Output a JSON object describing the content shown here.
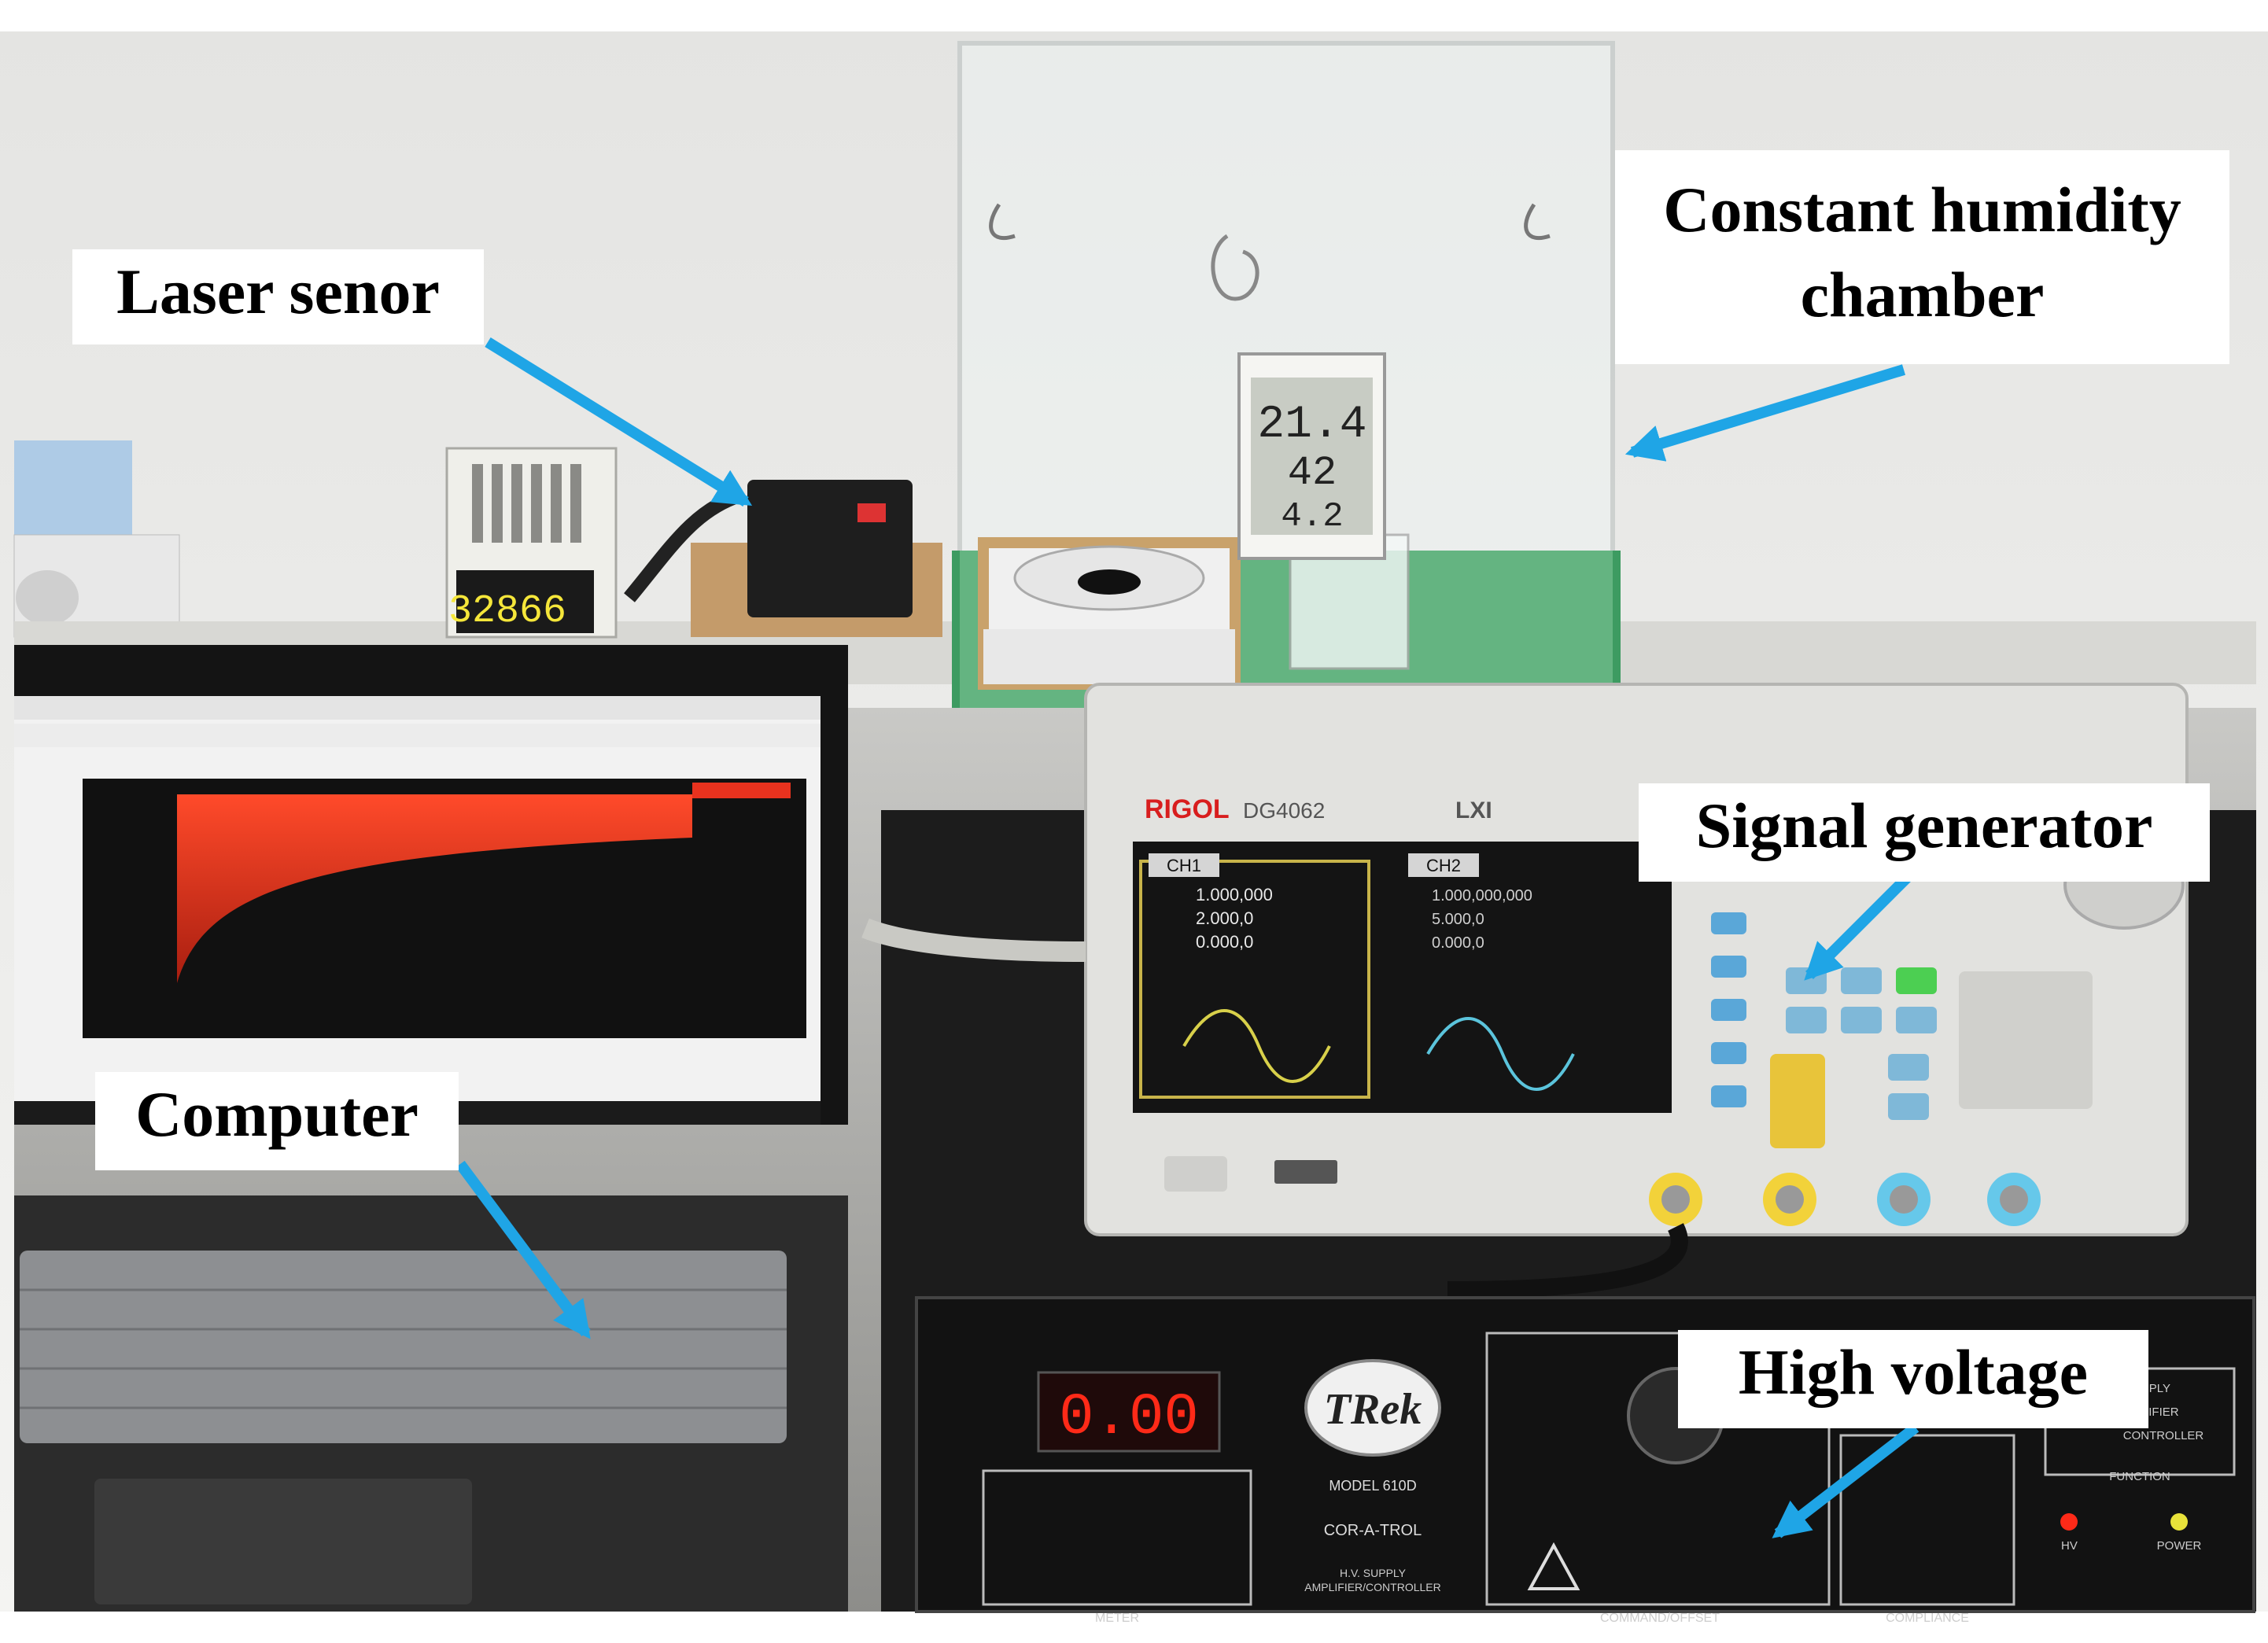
{
  "labels": {
    "laser_sensor": "Laser senor",
    "chamber_line1": "Constant humidity",
    "chamber_line2": "chamber",
    "signal_generator": "Signal generator",
    "computer": "Computer",
    "high_voltage": "High voltage"
  },
  "equipment_text": {
    "controller_display": "32866",
    "hygrometer_line1": "21.4",
    "hygrometer_line2": "42",
    "hygrometer_line3": "4.2",
    "generator_brand": "RIGOL",
    "generator_model": "DG4062",
    "generator_lxi": "LXI",
    "ch1_tab": "CH1",
    "ch2_tab": "CH2",
    "ch1_freq": "1.000,000",
    "ch1_amp": "2.000,0",
    "ch1_offset": "0.000,0",
    "ch2_freq": "1.000,000,000",
    "ch2_amp": "5.000,0",
    "ch2_offset": "0.000,0",
    "amp_display": "0.00",
    "amp_brand": "TRek",
    "amp_model": "MODEL 610D",
    "amp_name": "COR-A-TROL",
    "amp_subtitle1": "H.V. SUPPLY",
    "amp_subtitle2": "AMPLIFIER/CONTROLLER",
    "meter_label": "METER",
    "command_label": "COMMAND/OFFSET",
    "compliance_label": "COMPLIANCE",
    "function_label": "FUNCTION",
    "supply_text": "SUPPLY",
    "amplifier_text": "AMPLIFIER",
    "controller_text": "CONTROLLER",
    "hv_label": "HV",
    "power_label": "POWER"
  },
  "colors": {
    "arrow": "#1fa5e6",
    "plot_trace": "#e8321e",
    "led_red": "#ff2a18",
    "controller_digits": "#f5e63a"
  }
}
